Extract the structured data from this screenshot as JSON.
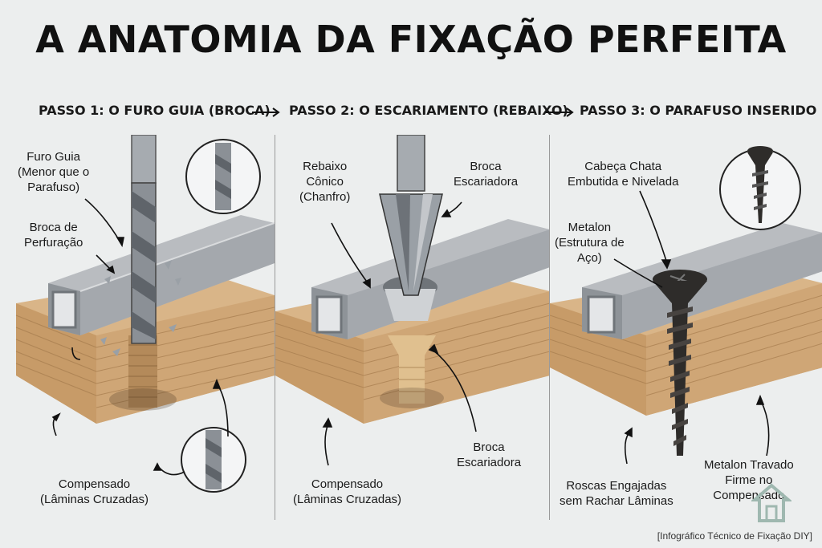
{
  "title": "A ANATOMIA DA FIXAÇÃO PERFEITA",
  "steps": [
    "PASSO 1: O FURO GUIA (BROCA)",
    "PASSO 2: O ESCARIAMENTO (REBAIXO)",
    "PASSO 3: O PARAFUSO INSERIDO"
  ],
  "panel1": {
    "furo_guia": [
      "Furo Guia",
      "(Menor que o",
      "Parafuso)"
    ],
    "broca_perfuracao": [
      "Broca de",
      "Perfuração"
    ],
    "compensado": [
      "Compensado",
      "(Lâminas Cruzadas)"
    ]
  },
  "panel2": {
    "rebaixo": [
      "Rebaixo",
      "Cônico",
      "(Chanfro)"
    ],
    "broca_escariadora_top": [
      "Broca",
      "Escariadora"
    ],
    "broca_escariadora_bottom": [
      "Broca",
      "Escariadora"
    ],
    "compensado": [
      "Compensado",
      "(Lâminas Cruzadas)"
    ]
  },
  "panel3": {
    "cabeca": [
      "Cabeça Chata",
      "Embutida e Nivelada"
    ],
    "metalon": [
      "Metalon",
      "(Estrutura de",
      "Aço)"
    ],
    "roscas": [
      "Roscas Engajadas",
      "sem Rachar Lâminas"
    ],
    "travado": [
      "Metalon Travado",
      "Firme no",
      "Compensado"
    ]
  },
  "footer": "[Infográfico Técnico de Fixação DIY]",
  "colors": {
    "wood_top": "#d9b588",
    "wood_side": "#c79b68",
    "steel_top": "#b9bcc0",
    "steel_side": "#8e9398",
    "screw": "#2e2c2a"
  }
}
